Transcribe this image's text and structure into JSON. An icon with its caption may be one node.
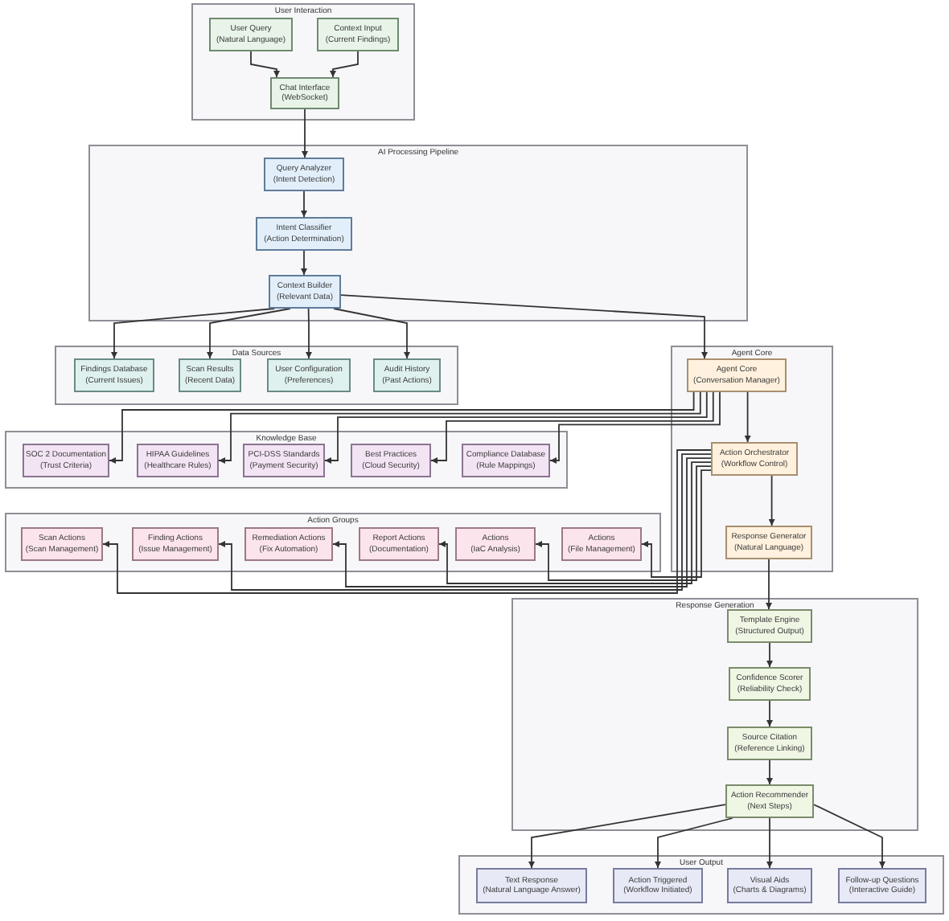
{
  "diagram": {
    "nodes": [
      {
        "text": [
          "User Interaction"
        ]
      },
      {
        "text": [
          "User Query",
          "(Natural Language)"
        ],
        "in": 0
      },
      {
        "text": [
          "Context Input",
          "(Current Findings)"
        ],
        "in": 0
      },
      {
        "text": [
          "Chat Interface",
          "(WebSocket)"
        ],
        "in": 0
      },
      {
        "text": [
          "AI Processing Pipeline"
        ]
      },
      {
        "text": [
          "Query Analyzer",
          "(Intent Detection)"
        ],
        "in": 4
      },
      {
        "text": [
          "Intent Classifier",
          "(Action Determination)"
        ],
        "in": 4
      },
      {
        "text": [
          "Context Builder",
          "(Relevant Data)"
        ],
        "in": 4
      },
      {
        "text": [
          "Data Sources"
        ]
      },
      {
        "text": [
          "Findings Database",
          "(Current Issues)"
        ],
        "in": 8
      },
      {
        "text": [
          "Scan Results",
          "(Recent Data)"
        ],
        "in": 8
      },
      {
        "text": [
          "User Configuration",
          "(Preferences)"
        ],
        "in": 8
      },
      {
        "text": [
          "Audit History",
          "(Past Actions)"
        ],
        "in": 8
      },
      {
        "text": [
          "Agent Core"
        ]
      },
      {
        "text": [
          "Agent Core",
          "(Conversation Manager)"
        ],
        "in": 13
      },
      {
        "text": [
          "Action Orchestrator",
          "(Workflow Control)"
        ],
        "in": 13
      },
      {
        "text": [
          "Response Generator",
          "(Natural Language)"
        ],
        "in": 13
      },
      {
        "text": [
          "Knowledge Base"
        ]
      },
      {
        "text": [
          "SOC 2 Documentation",
          "(Trust Criteria)"
        ],
        "in": 17
      },
      {
        "text": [
          "HIPAA Guidelines",
          "(Healthcare Rules)"
        ],
        "in": 17
      },
      {
        "text": [
          "PCI-DSS Standards",
          "(Payment Security)"
        ],
        "in": 17
      },
      {
        "text": [
          "Best Practices",
          "(Cloud Security)"
        ],
        "in": 17
      },
      {
        "text": [
          "Compliance Database",
          "(Rule Mappings)"
        ],
        "in": 17
      },
      {
        "text": [
          "Action Groups"
        ]
      },
      {
        "text": [
          "Scan Actions",
          "(Scan Management)"
        ],
        "in": 23
      },
      {
        "text": [
          "Finding Actions",
          "(Issue Management)"
        ],
        "in": 23
      },
      {
        "text": [
          "Remediation Actions",
          "(Fix Automation)"
        ],
        "in": 23
      },
      {
        "text": [
          "Report Actions",
          "(Documentation)"
        ],
        "in": 23
      },
      {
        "text": [
          "Actions",
          "(IaC Analysis)"
        ],
        "in": 23
      },
      {
        "text": [
          "Actions",
          "(File Management)"
        ],
        "in": 23
      },
      {
        "text": [
          "Response Generation"
        ]
      },
      {
        "text": [
          "Template Engine",
          "(Structured Output)"
        ],
        "in": 30
      },
      {
        "text": [
          "Confidence Scorer",
          "(Reliability Check)"
        ],
        "in": 30
      },
      {
        "text": [
          "Source Citation",
          "(Reference Linking)"
        ],
        "in": 30
      },
      {
        "text": [
          "Action Recommender",
          "(Next Steps)"
        ],
        "in": 30
      },
      {
        "text": [
          "User Output"
        ]
      },
      {
        "text": [
          "Text Response",
          "(Natural Language Answer)"
        ],
        "in": 35
      },
      {
        "text": [
          "Action Triggered",
          "(Workflow Initiated)"
        ],
        "in": 35
      },
      {
        "text": [
          "Visual Aids",
          "(Charts & Diagrams)"
        ],
        "in": 35
      },
      {
        "text": [
          "Follow-up Questions",
          "(Interactive Guide)"
        ],
        "in": 35
      }
    ],
    "edges": [
      {
        "from": 1,
        "to": 3,
        "arrow": "to"
      },
      {
        "from": 2,
        "to": 3,
        "arrow": "to"
      },
      {
        "from": 3,
        "to": 5,
        "arrow": "to"
      },
      {
        "from": 5,
        "to": 6,
        "arrow": "to"
      },
      {
        "from": 6,
        "to": 7,
        "arrow": "to"
      },
      {
        "from": 7,
        "to": 9,
        "arrow": "to"
      },
      {
        "from": 7,
        "to": 10,
        "arrow": "to"
      },
      {
        "from": 7,
        "to": 11,
        "arrow": "to"
      },
      {
        "from": 7,
        "to": 12,
        "arrow": "to"
      },
      {
        "from": 7,
        "to": 14,
        "arrow": "to"
      },
      {
        "from": 14,
        "to": 15,
        "arrow": "to"
      },
      {
        "from": 14,
        "to": 18,
        "arrow": "to"
      },
      {
        "from": 14,
        "to": 19,
        "arrow": "to"
      },
      {
        "from": 14,
        "to": 20,
        "arrow": "to"
      },
      {
        "from": 14,
        "to": 21,
        "arrow": "to"
      },
      {
        "from": 14,
        "to": 22,
        "arrow": "to"
      },
      {
        "from": 15,
        "to": 16,
        "arrow": "to"
      },
      {
        "from": 15,
        "to": 24,
        "arrow": "to"
      },
      {
        "from": 15,
        "to": 25,
        "arrow": "to"
      },
      {
        "from": 15,
        "to": 26,
        "arrow": "to"
      },
      {
        "from": 15,
        "to": 27,
        "arrow": "to"
      },
      {
        "from": 15,
        "to": 28,
        "arrow": "to"
      },
      {
        "from": 15,
        "to": 29,
        "arrow": "to"
      },
      {
        "from": 16,
        "to": 31,
        "arrow": "to"
      },
      {
        "from": 31,
        "to": 32,
        "arrow": "to"
      },
      {
        "from": 32,
        "to": 33,
        "arrow": "to"
      },
      {
        "from": 33,
        "to": 34,
        "arrow": "to"
      },
      {
        "from": 34,
        "to": 36,
        "arrow": "to"
      },
      {
        "from": 34,
        "to": 37,
        "arrow": "to"
      },
      {
        "from": 34,
        "to": 38,
        "arrow": "to"
      },
      {
        "from": 34,
        "to": 39,
        "arrow": "to"
      }
    ]
  }
}
